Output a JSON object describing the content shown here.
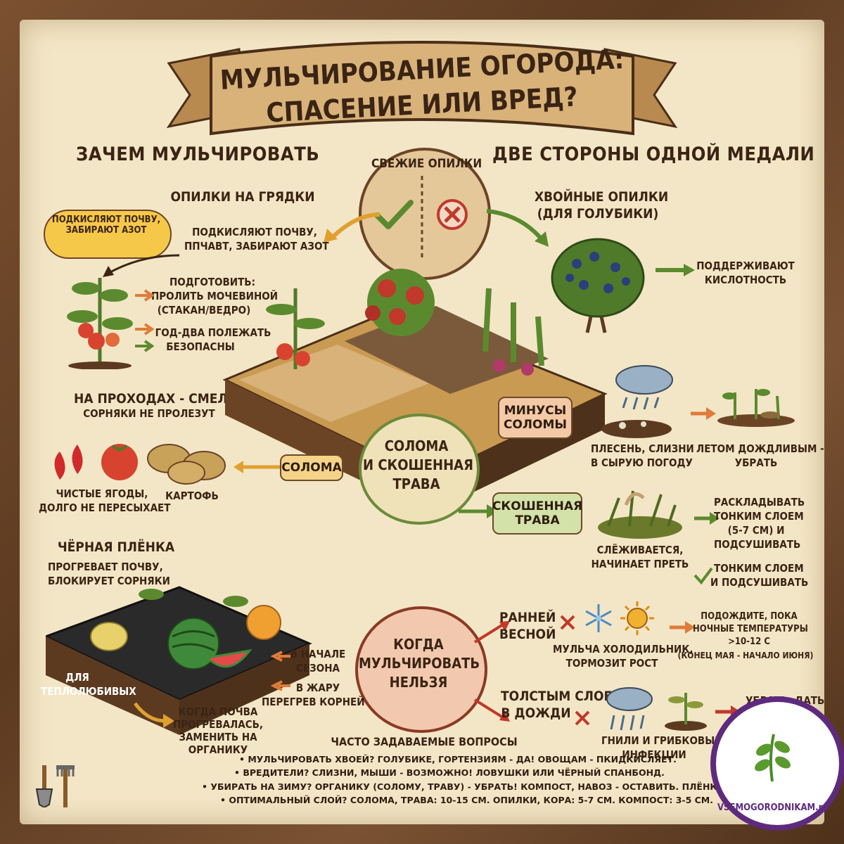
{
  "title": {
    "line1": "МУЛЬЧИРОВАНИЕ ОГОРОДА:",
    "line2": "СПАСЕНИЕ ИЛИ ВРЕД?"
  },
  "left_header": "ЗАЧЕМ МУЛЬЧИРОВАТЬ",
  "right_header": "ДВЕ СТОРОНЫ ОДНОЙ МЕДАЛИ",
  "center_badge": "СВЕЖИЕ ОПИЛКИ",
  "sawdust": {
    "beds_label": "ОПИЛКИ НА ГРЯДКИ",
    "bubble": "ПОДКИСЛЯЮТ ПОЧВУ, ЗАБИРАЮТ АЗОТ",
    "note1": "ПОДКИСЛЯЮТ ПОЧВУ,",
    "note2": "ППЧАВТ, ЗАБИРАЮТ АЗОТ",
    "prep_title": "ПОДГОТОВИТЬ:",
    "prep_line1": "ПРОЛИТЬ МОЧЕВИНОЙ",
    "prep_line2": "(СТАКАН/ВЕДРО)",
    "wait_line1": "ГОД-ДВА ПОЛЕЖАТЬ",
    "wait_line2": "БЕЗОПАСНЫ",
    "paths_line1": "НА ПРОХОДАХ - СМЕЛО",
    "paths_line2": "СОРНЯКИ НЕ ПРОЛЕЗУТ"
  },
  "conifer": {
    "title": "ХВОЙНЫЕ ОПИЛКИ",
    "subtitle": "(ДЛЯ ГОЛУБИКИ)",
    "result1": "ПОДДЕРЖИВАЮТ",
    "result2": "КИСЛОТНОСТЬ"
  },
  "straw": {
    "center": [
      "СОЛОМА",
      "И СКОШЕННАЯ",
      "ТРАВА"
    ],
    "tag": "СОЛОМА",
    "berries1": "ЧИСТЫЕ ЯГОДЫ,",
    "berries2": "ДОЛГО НЕ ПЕРЕСЫХАЕТ",
    "potato": "КАРТОФЬ",
    "minus_tag1": "МИНУСЫ",
    "minus_tag2": "СОЛОМЫ",
    "mold1": "ПЛЕСЕНЬ, СЛИЗНИ",
    "mold2": "В СЫРУЮ ПОГОДУ",
    "summer1": "ЛЕТОМ ДОЖДЛИВЫМ -",
    "summer2": "УБРАТЬ",
    "grass_tag1": "СКОШЕННАЯ",
    "grass_tag2": "ТРАВА",
    "grass_prob1": "СЛЁЖИВАЕТСЯ,",
    "grass_prob2": "НАЧИНАЕТ ПРЕТЬ",
    "grass_fix1": "РАСКЛАДЫВАТЬ",
    "grass_fix2": "ТОНКИМ СЛОЕМ",
    "grass_fix3": "(5-7 СМ) И",
    "grass_fix4": "ПОДСУШИВАТЬ",
    "grass_ok1": "ТОНКИМ СЛОЕМ",
    "grass_ok2": "И ПОДСУШИВАТЬ"
  },
  "film": {
    "title": "ЧЁРНАЯ ПЛЁНКА",
    "desc1": "ПРОГРЕВАЕТ ПОЧВУ,",
    "desc2": "БЛОКИРУЕТ СОРНЯКИ",
    "warm1": "ДЛЯ",
    "warm2": "ТЕПЛОЛЮБИВЫХ",
    "replace1": "КОГДА ПОЧВА",
    "replace2": "ПРОГРЕВАЛАСЬ,",
    "replace3": "ЗАМЕНИТЬ НА",
    "replace4": "ОРГАНИКУ"
  },
  "never": {
    "center": [
      "КОГДА",
      "МУЛЬЧИРОВАТЬ",
      "НЕЛЬЗЯ"
    ],
    "season1": "В НАЧАЛЕ",
    "season2": "СЕЗОНА",
    "heat1": "В ЖАРУ",
    "heat2": "ПЕРЕГРЕВ КОРНЕЙ",
    "spring1": "РАННЕЙ",
    "spring2": "ВЕСНОЙ",
    "fridge1": "МУЛЬЧА ХОЛОДИЛЬНИК,",
    "fridge2": "ТОРМОЗИТ РОСТ",
    "wait1": "ПОДОЖДИТЕ, ПОКА",
    "wait2": "НОЧНЫЕ ТЕМПЕРАТУРЫ",
    "wait3": ">10-12 С",
    "wait4": "(КОНЕЦ МАЯ - НАЧАЛО ИЮНЯ)",
    "thick1": "ТОЛСТЫМ СЛОЕМ",
    "thick2": "В ДОЖДИ",
    "rot1": "ГНИЛИ И ГРИБКОВЫЕ",
    "rot2": "ИНФЕКЦИИ",
    "remove": "УБРАТЬ, ДАТЬ"
  },
  "faq": {
    "title": "ЧАСТО ЗАДАВАЕМЫЕ ВОПРОСЫ",
    "items": [
      "• МУЛЬЧИРОВАТЬ ХВОЕЙ? ГОЛУБИКЕ, ГОРТЕНЗИЯМ - ДА! ОВОЩАМ - ПКИДКИСЛЯЕТ.",
      "• ВРЕДИТЕЛИ? СЛИЗНИ, МЫШИ - ВОЗМОЖНО! ЛОВУШКИ ИЛИ ЧЁРНЫЙ СПАНБОНД.",
      "• УБИРАТЬ НА ЗИМУ? ОРГАНИКУ (СОЛОМУ, ТРАВУ) - УБРАТЬ! КОМПОСТ, НАВОЗ - ОСТАВИТЬ. ПЛЁНКУ - СНЯТЬ.",
      "• ОПТИМАЛЬНЫЙ СЛОЙ? СОЛОМА, ТРАВА: 10-15 СМ. ОПИЛКИ, КОРА: 5-7 СМ. КОМПОСТ: 3-5 СМ."
    ]
  },
  "watermark": "VSEMOGORODNIKAM.ru",
  "colors": {
    "paper": "#f3e6c6",
    "wood": "#6b4426",
    "ink": "#3a2414",
    "green": "#5b8a2e",
    "red": "#c0392b",
    "orange": "#e07b39",
    "purple": "#5e2a7e"
  },
  "icons": [
    "check-icon",
    "cross-icon",
    "snowflake-icon",
    "sun-icon",
    "rain-cloud-icon",
    "arrow-icon",
    "shovel-icon",
    "rake-icon",
    "leaf-icon"
  ]
}
